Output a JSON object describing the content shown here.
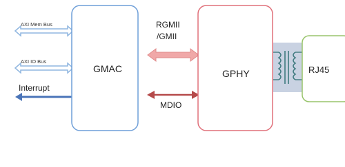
{
  "blocks": {
    "gmac": "GMAC",
    "gphy": "GPHY",
    "rj45": "RJ45"
  },
  "buses": {
    "axi_mem": "AXI Mem Bus",
    "axi_io": "AXI IO Bus",
    "interrupt": "Interrupt"
  },
  "links": {
    "rgmii_line1": "RGMII",
    "rgmii_line2": "/GMII",
    "mdio": "MDIO"
  },
  "colors": {
    "gmac_border": "#6f9fd8",
    "gphy_border": "#e0707a",
    "rj45_border": "#98c46b",
    "axi_arrow": "#8fb6e0",
    "interrupt_arrow": "#4a74b8",
    "rgmii_arrow": "#f0a8a8",
    "mdio_arrow": "#b54a4a",
    "magnetics_fill": "#c9d2e2",
    "coil": "#3f7a7f"
  }
}
